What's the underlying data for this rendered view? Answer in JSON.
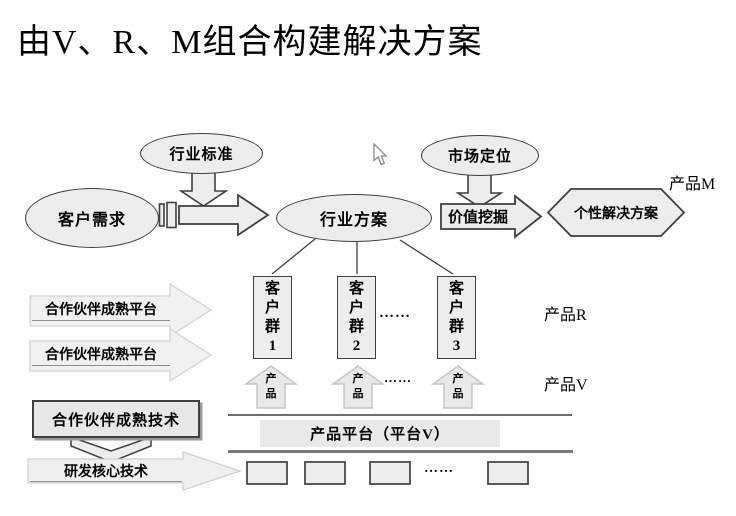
{
  "title": "由V、R、M组合构建解决方案",
  "nodes": {
    "industry_standard": "行业标准",
    "customer_demand": "客户需求",
    "industry_solution": "行业方案",
    "market_positioning": "市场定位",
    "value_mining": "价值挖掘",
    "personalized_solution": "个性解决方案",
    "partner_platform_1": "合作伙伴成熟平台",
    "partner_platform_2": "合作伙伴成熟平台",
    "partner_tech": "合作伙伴成熟技术",
    "rd_core_tech": "研发核心技术",
    "product_platform": "产品平台（平台V）"
  },
  "customer_groups": [
    {
      "label": "客户群1"
    },
    {
      "label": "客户群2"
    },
    {
      "label": "客户群3"
    }
  ],
  "product_arrows": [
    {
      "label": "产品"
    },
    {
      "label": "产品"
    },
    {
      "label": "产品"
    }
  ],
  "side_labels": {
    "product_m": "产品M",
    "product_r": "产品R",
    "product_v": "产品V"
  },
  "ellipsis": {
    "groups": "……",
    "arrows": "……",
    "bottom": "……"
  },
  "colors": {
    "shape_fill": "#ededed",
    "shape_border": "#3f3f3f",
    "light_fill": "#f1f1f1",
    "platform_fill": "#e9e9e9",
    "thick_line": "#7a7a7a"
  }
}
